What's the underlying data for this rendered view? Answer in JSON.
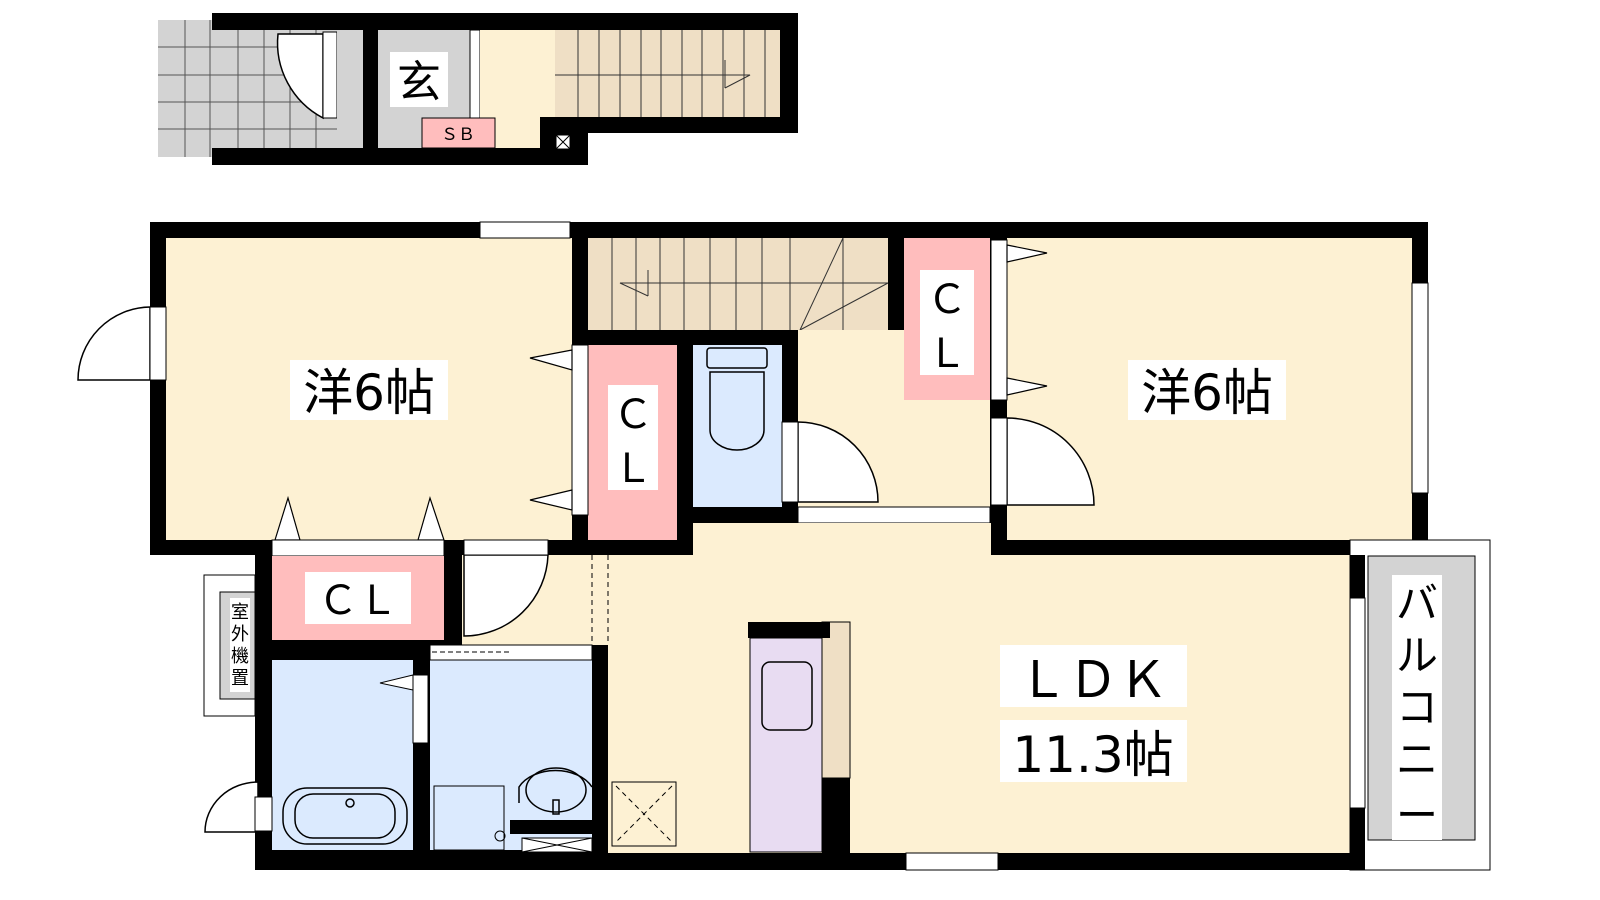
{
  "rooms": {
    "entrance": "玄",
    "shoe_box": "ＳＢ",
    "western_room_left": "洋6帖",
    "western_room_right": "洋6帖",
    "closet_left": "Ｃ",
    "closet_left_l": "Ｌ",
    "closet_right": "Ｃ",
    "closet_right_l": "Ｌ",
    "closet_lower": "ＣＬ",
    "ldk": "ＬＤＫ",
    "ldk_size": "11.3帖",
    "balcony": [
      "バ",
      "ル",
      "コ",
      "ニ",
      "ー"
    ],
    "outdoor_unit": [
      "室",
      "外",
      "機",
      "置"
    ]
  },
  "colors": {
    "wall": "#000000",
    "room": "#fdf1d3",
    "closet": "#ffbdbd",
    "wet_area": "#dbeafe",
    "stairs": "#efdfc5",
    "tile": "#d3d3d3",
    "kitchen": "#e8dcf2"
  }
}
